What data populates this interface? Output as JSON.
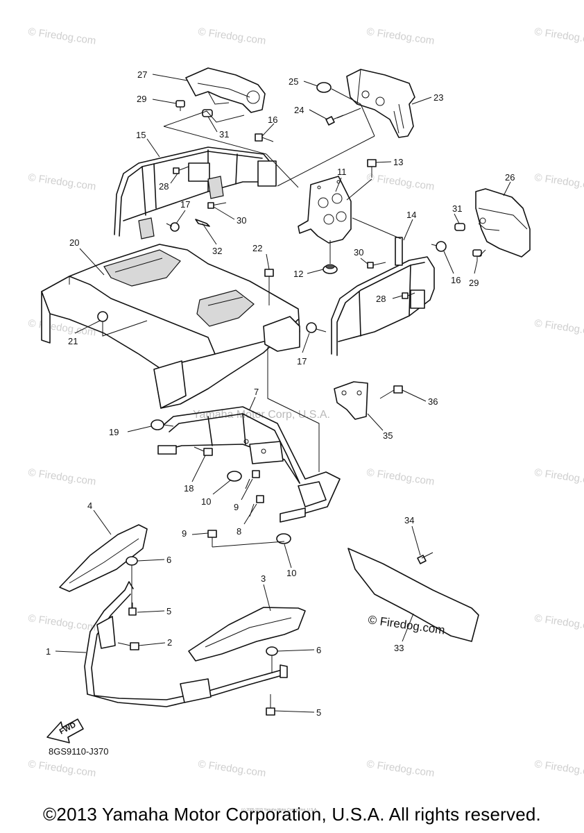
{
  "watermark": "© Firedog.com",
  "center_watermark": "Yamaha Motor Corp, U.S.A.",
  "diagram_firedog": "© Firedog.com",
  "diagram_code": "8GS9110-J370",
  "fwd_label": "FWD",
  "fine_print": "(c) 2005-2015 Yamaha Motor Corporation, U.S.A.",
  "copyright": "©2013 Yamaha Motor Corporation, U.S.A. All rights reserved.",
  "callouts": {
    "c27": "27",
    "c29a": "29",
    "c31a": "31",
    "c25": "25",
    "c24": "24",
    "c23": "23",
    "c16a": "16",
    "c15": "15",
    "c13": "13",
    "c11": "11",
    "c28a": "28",
    "c26": "26",
    "c17a": "17",
    "c30a": "30",
    "c31b": "31",
    "c14": "14",
    "c20": "20",
    "c32": "32",
    "c22": "22",
    "c12": "12",
    "c30b": "30",
    "c16b": "16",
    "c29b": "29",
    "c28b": "28",
    "c21": "21",
    "c17b": "17",
    "c36": "36",
    "c7": "7",
    "c35": "35",
    "c19": "19",
    "c18": "18",
    "c10a": "10",
    "c9a": "9",
    "c8": "8",
    "c9b": "9",
    "c10b": "10",
    "c4": "4",
    "c6a": "6",
    "c5a": "5",
    "c2": "2",
    "c1": "1",
    "c3": "3",
    "c6b": "6",
    "c5b": "5",
    "c34": "34",
    "c33": "33"
  }
}
